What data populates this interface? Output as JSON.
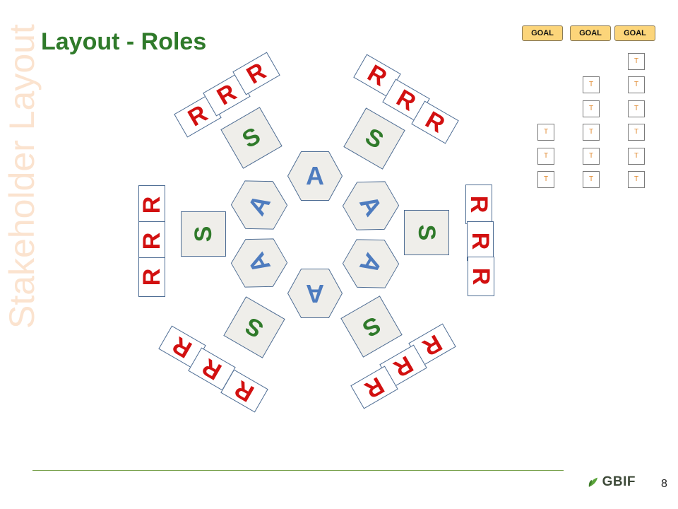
{
  "slide": {
    "side_title": "Stakeholder Layout",
    "title": "Layout - Roles",
    "page_number": "8"
  },
  "goals": [
    "GOAL",
    "GOAL",
    "GOAL"
  ],
  "task_label": "T",
  "task_columns": [
    3,
    5,
    6
  ],
  "roles": {
    "resource": "R",
    "stakeholder": "S",
    "actor": "A"
  },
  "logo": {
    "text": "GBIF",
    "leaf_color": "#5aa43a"
  },
  "colors": {
    "title_green": "#2f7a2a",
    "resource_red": "#d21010",
    "actor_blue": "#4e7cbf",
    "side_title_peach": "#fbe3cf",
    "goal_yellow": "#fcd57a",
    "task_orange": "#e08a30"
  }
}
